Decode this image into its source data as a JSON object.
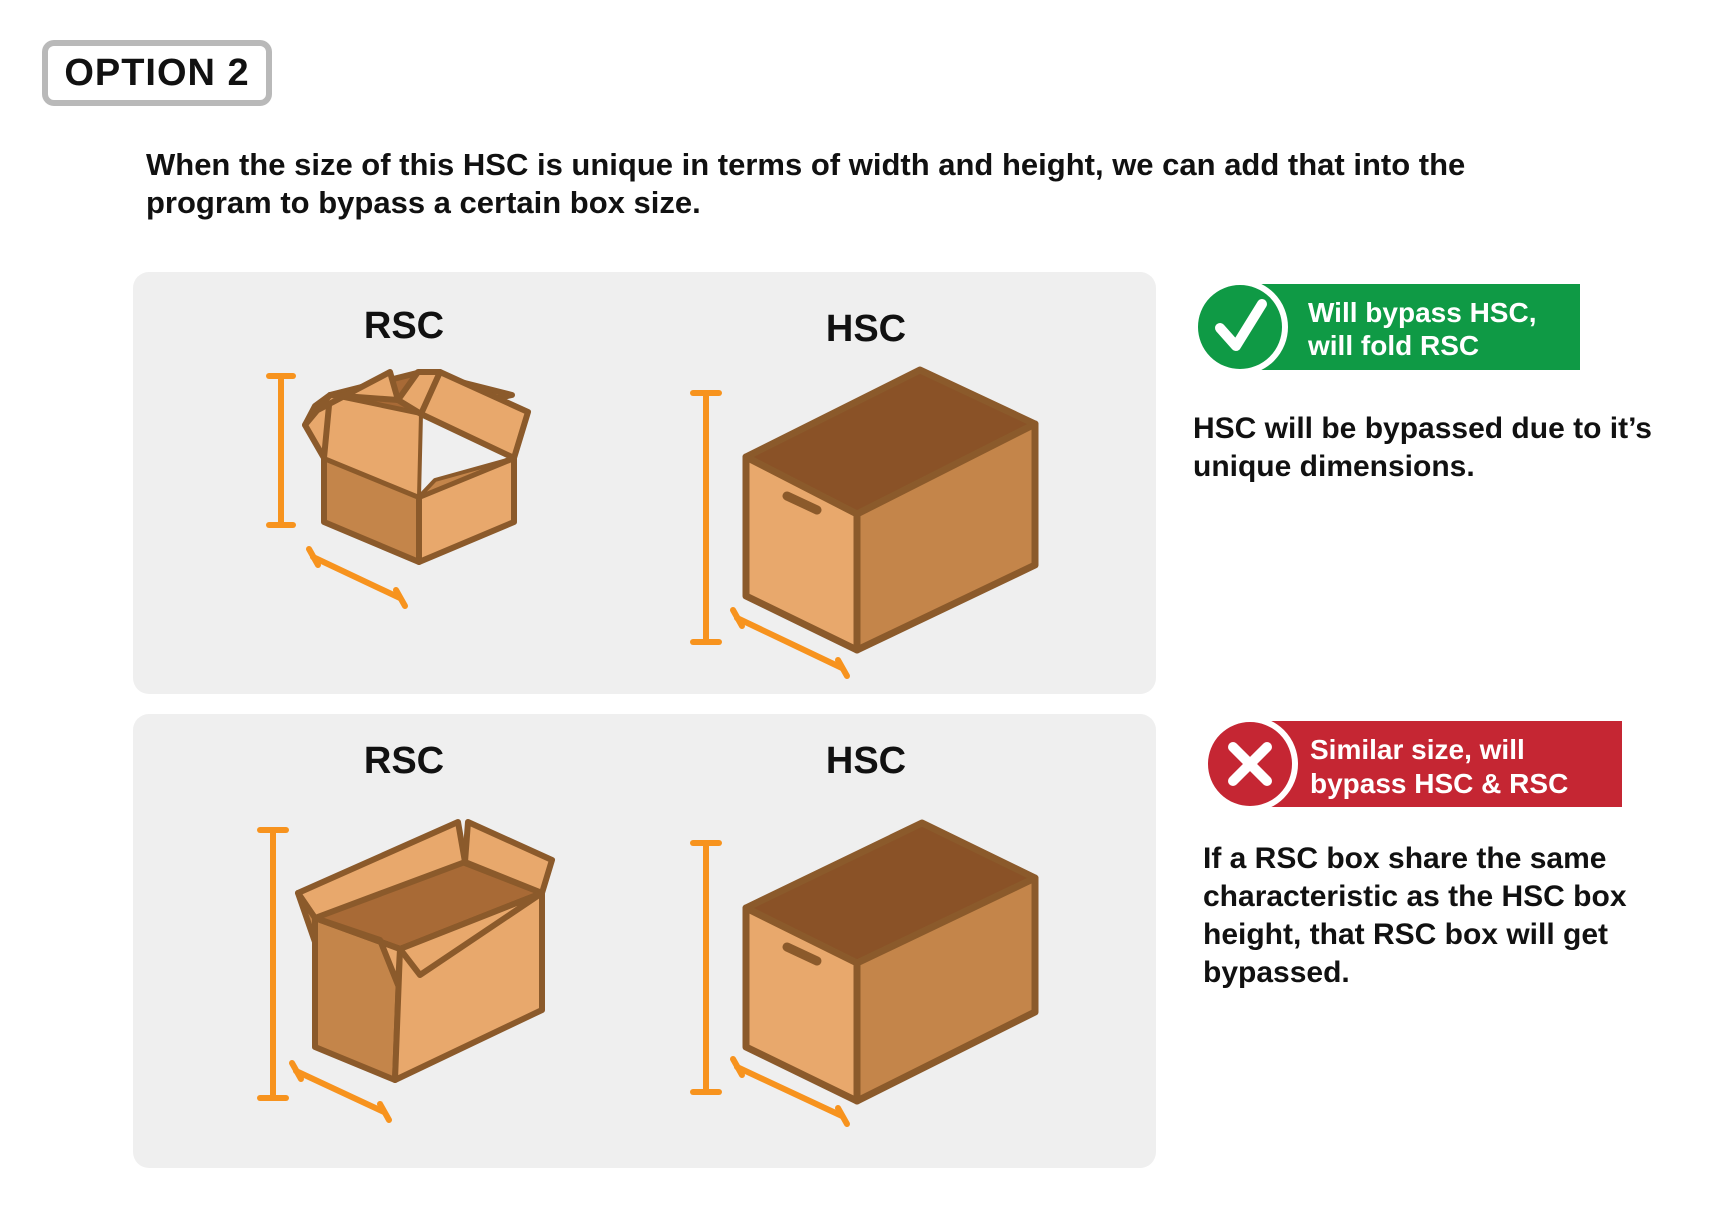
{
  "option_badge": "OPTION 2",
  "intro_text": "When the size of this HSC is unique in terms of width and height, we can add that into the program to bypass a certain box size.",
  "scenarios": [
    {
      "left_label": "RSC",
      "right_label": "HSC",
      "verdict": {
        "line1": "Will bypass HSC,",
        "line2": "will fold RSC",
        "color": "#0f9a45",
        "icon": "check-icon"
      },
      "explanation": "HSC will be bypassed due to it’s unique dimensions."
    },
    {
      "left_label": "RSC",
      "right_label": "HSC",
      "verdict": {
        "line1": "Similar size, will",
        "line2": "bypass HSC & RSC",
        "color": "#c52633",
        "icon": "x-icon"
      },
      "explanation": "If a RSC box share the same characteristic as the HSC box height, that RSC box will get bypassed."
    }
  ],
  "colors": {
    "box_light": "#e8a86c",
    "box_mid": "#c4854a",
    "box_dark": "#8a5227",
    "box_outline": "#8b5a2b",
    "dimension_line": "#f7931e",
    "panel_bg": "#efefef",
    "badge_border": "#b9b9b9"
  }
}
